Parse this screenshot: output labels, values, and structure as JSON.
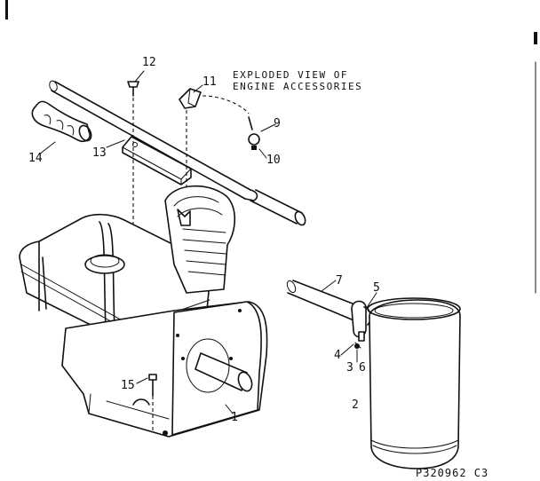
{
  "title": {
    "line1": "EXPLODED VIEW OF",
    "line2": "ENGINE ACCESSORIES"
  },
  "figure_code": "P320962 C3",
  "callouts": {
    "c1": "1",
    "c2": "2",
    "c3": "3",
    "c4": "4",
    "c5": "5",
    "c6": "6",
    "c7": "7",
    "c9": "9",
    "c10": "10",
    "c11": "11",
    "c12": "12",
    "c13": "13",
    "c14": "14",
    "c15": "15"
  }
}
